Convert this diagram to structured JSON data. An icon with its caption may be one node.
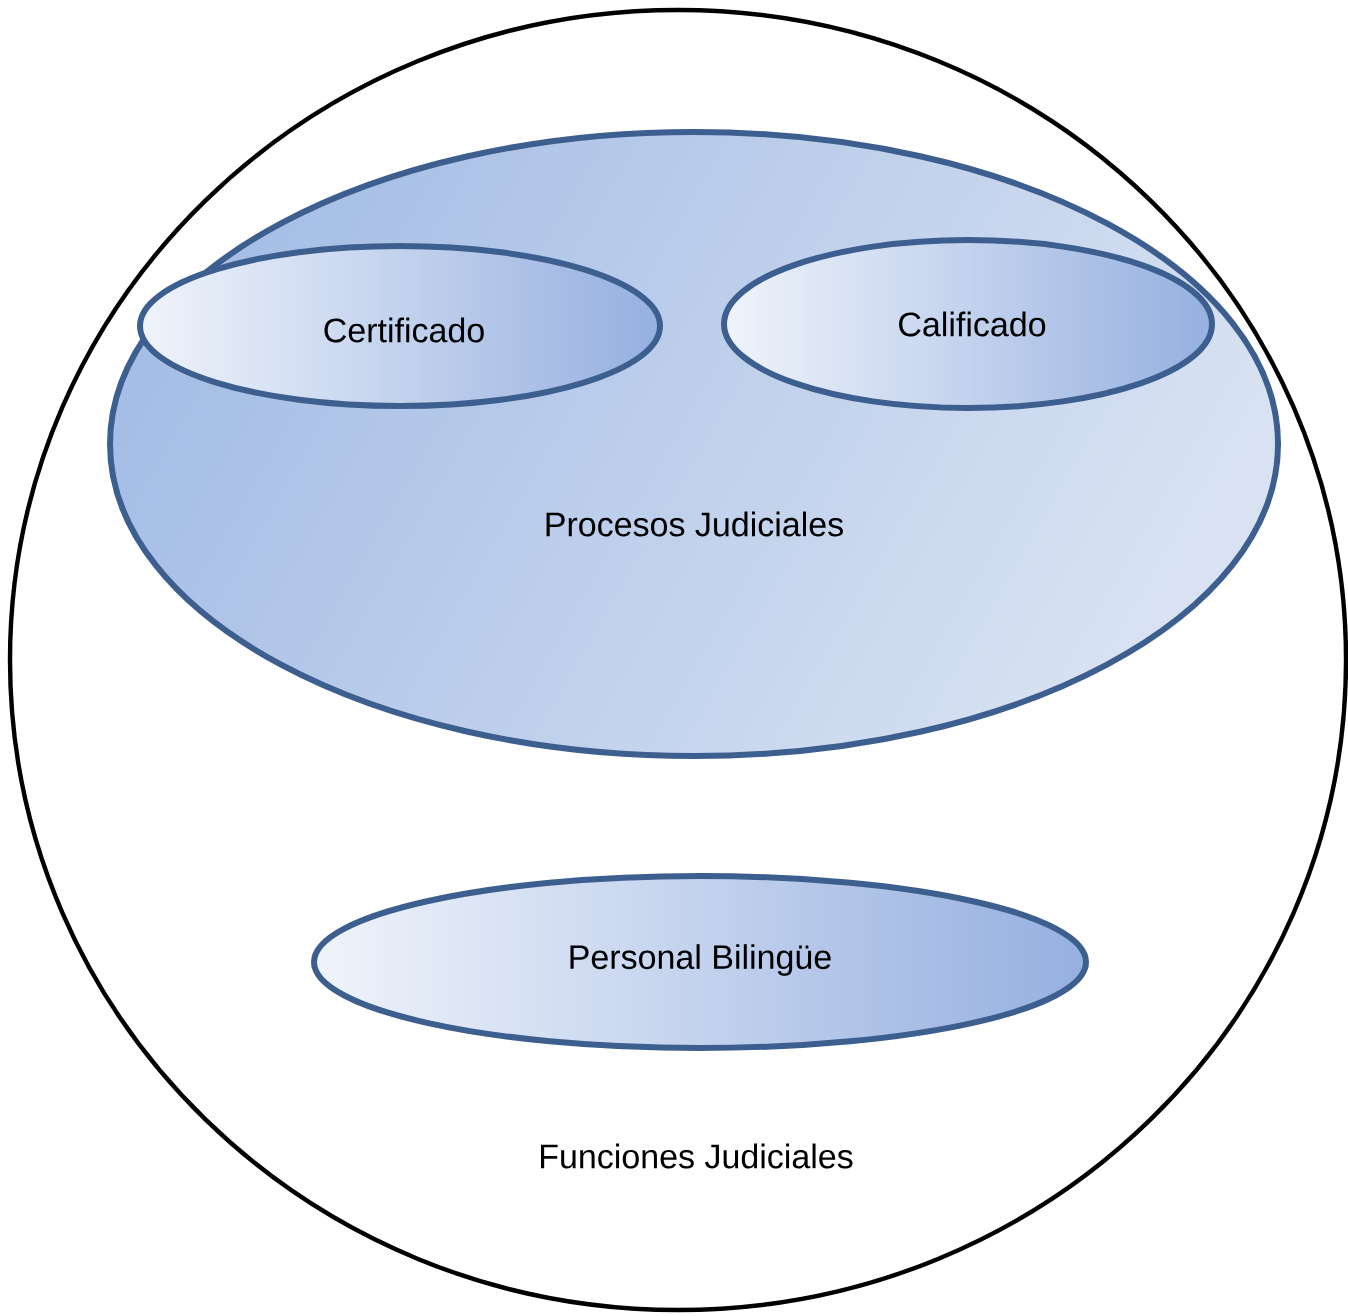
{
  "diagram": {
    "nodes": [
      {
        "text": [
          "Funciones Judiciales"
        ]
      },
      {
        "text": [
          "Procesos Judiciales"
        ],
        "in": 0
      },
      {
        "text": [
          "Certificado"
        ],
        "in": 1
      },
      {
        "text": [
          "Calificado"
        ],
        "in": 1
      },
      {
        "text": [
          "Personal Bilingüe"
        ],
        "in": 0
      }
    ]
  }
}
